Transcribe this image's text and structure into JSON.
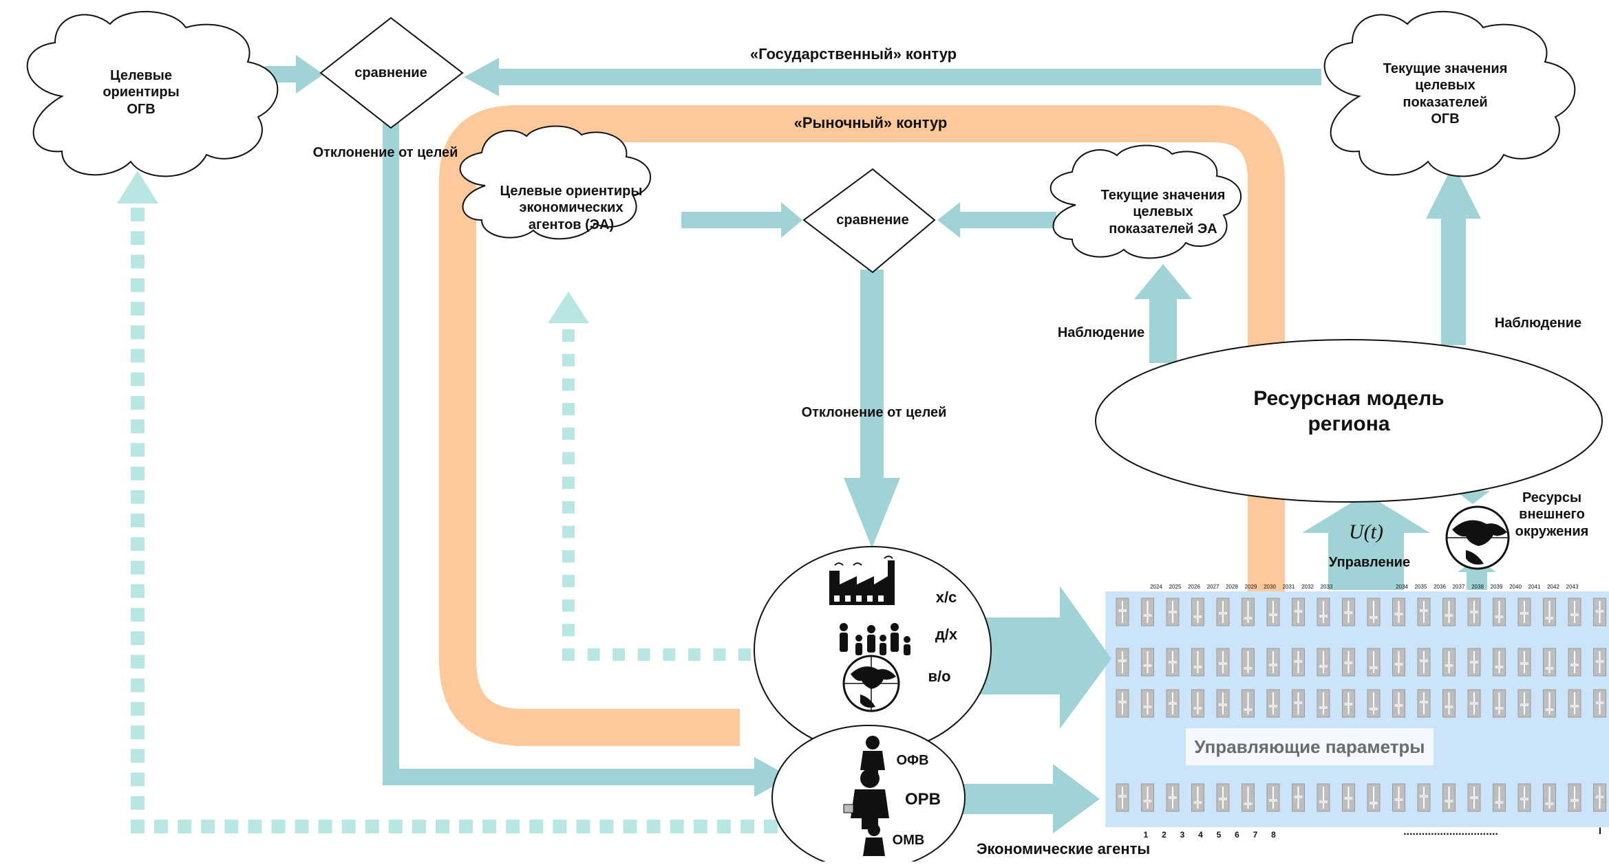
{
  "diagram": {
    "contours": {
      "state": "«Государственный» контур",
      "market": "«Рыночный» контур"
    },
    "clouds": {
      "ogv_targets": "Целевые\nориентиры\nОГВ",
      "ogv_current": "Текущие значения\nцелевых\nпоказателей\nОГВ",
      "ea_targets": "Целевые ориентиры\nэкономических\nагентов (ЭА)",
      "ea_current": "Текущие значения\nцелевых\nпоказателей ЭА"
    },
    "comparators": {
      "state": "сравнение",
      "market": "сравнение"
    },
    "arrow_labels": {
      "deviation_state": "Отклонение от целей",
      "deviation_market": "Отклонение от целей",
      "observation_ea": "Наблюдение",
      "observation_ogv": "Наблюдение",
      "control": "Управление",
      "control_symbol": "U(t)",
      "external_resources": "Ресурсы\nвнешнего\nокружения"
    },
    "resource_model": "Ресурсная модель\nрегиона",
    "sectors": [
      "х/с",
      "д/х",
      "в/о"
    ],
    "authorities": [
      "ОФВ",
      "ОРВ",
      "ОМВ"
    ],
    "economic_agents": "Экономические агенты",
    "control_panel": {
      "title": "Управляющие параметры",
      "years": [
        "2024",
        "2025",
        "2026",
        "2027",
        "2028",
        "2029",
        "2030",
        "2031",
        "2032",
        "2033",
        "2034",
        "2035",
        "2036",
        "2037",
        "2038",
        "2039",
        "2040",
        "2041",
        "2042",
        "2043"
      ],
      "numbers": [
        "1",
        "2",
        "3",
        "4",
        "5",
        "6",
        "7",
        "8"
      ],
      "ellipsis": "...............................",
      "end_mark": "I"
    }
  },
  "colors": {
    "teal": "#9fd3d6",
    "teal_light": "#b8e6e3",
    "orange": "#fdc99a",
    "panel": "#cce4f9",
    "slider": "#bdbdbd"
  }
}
